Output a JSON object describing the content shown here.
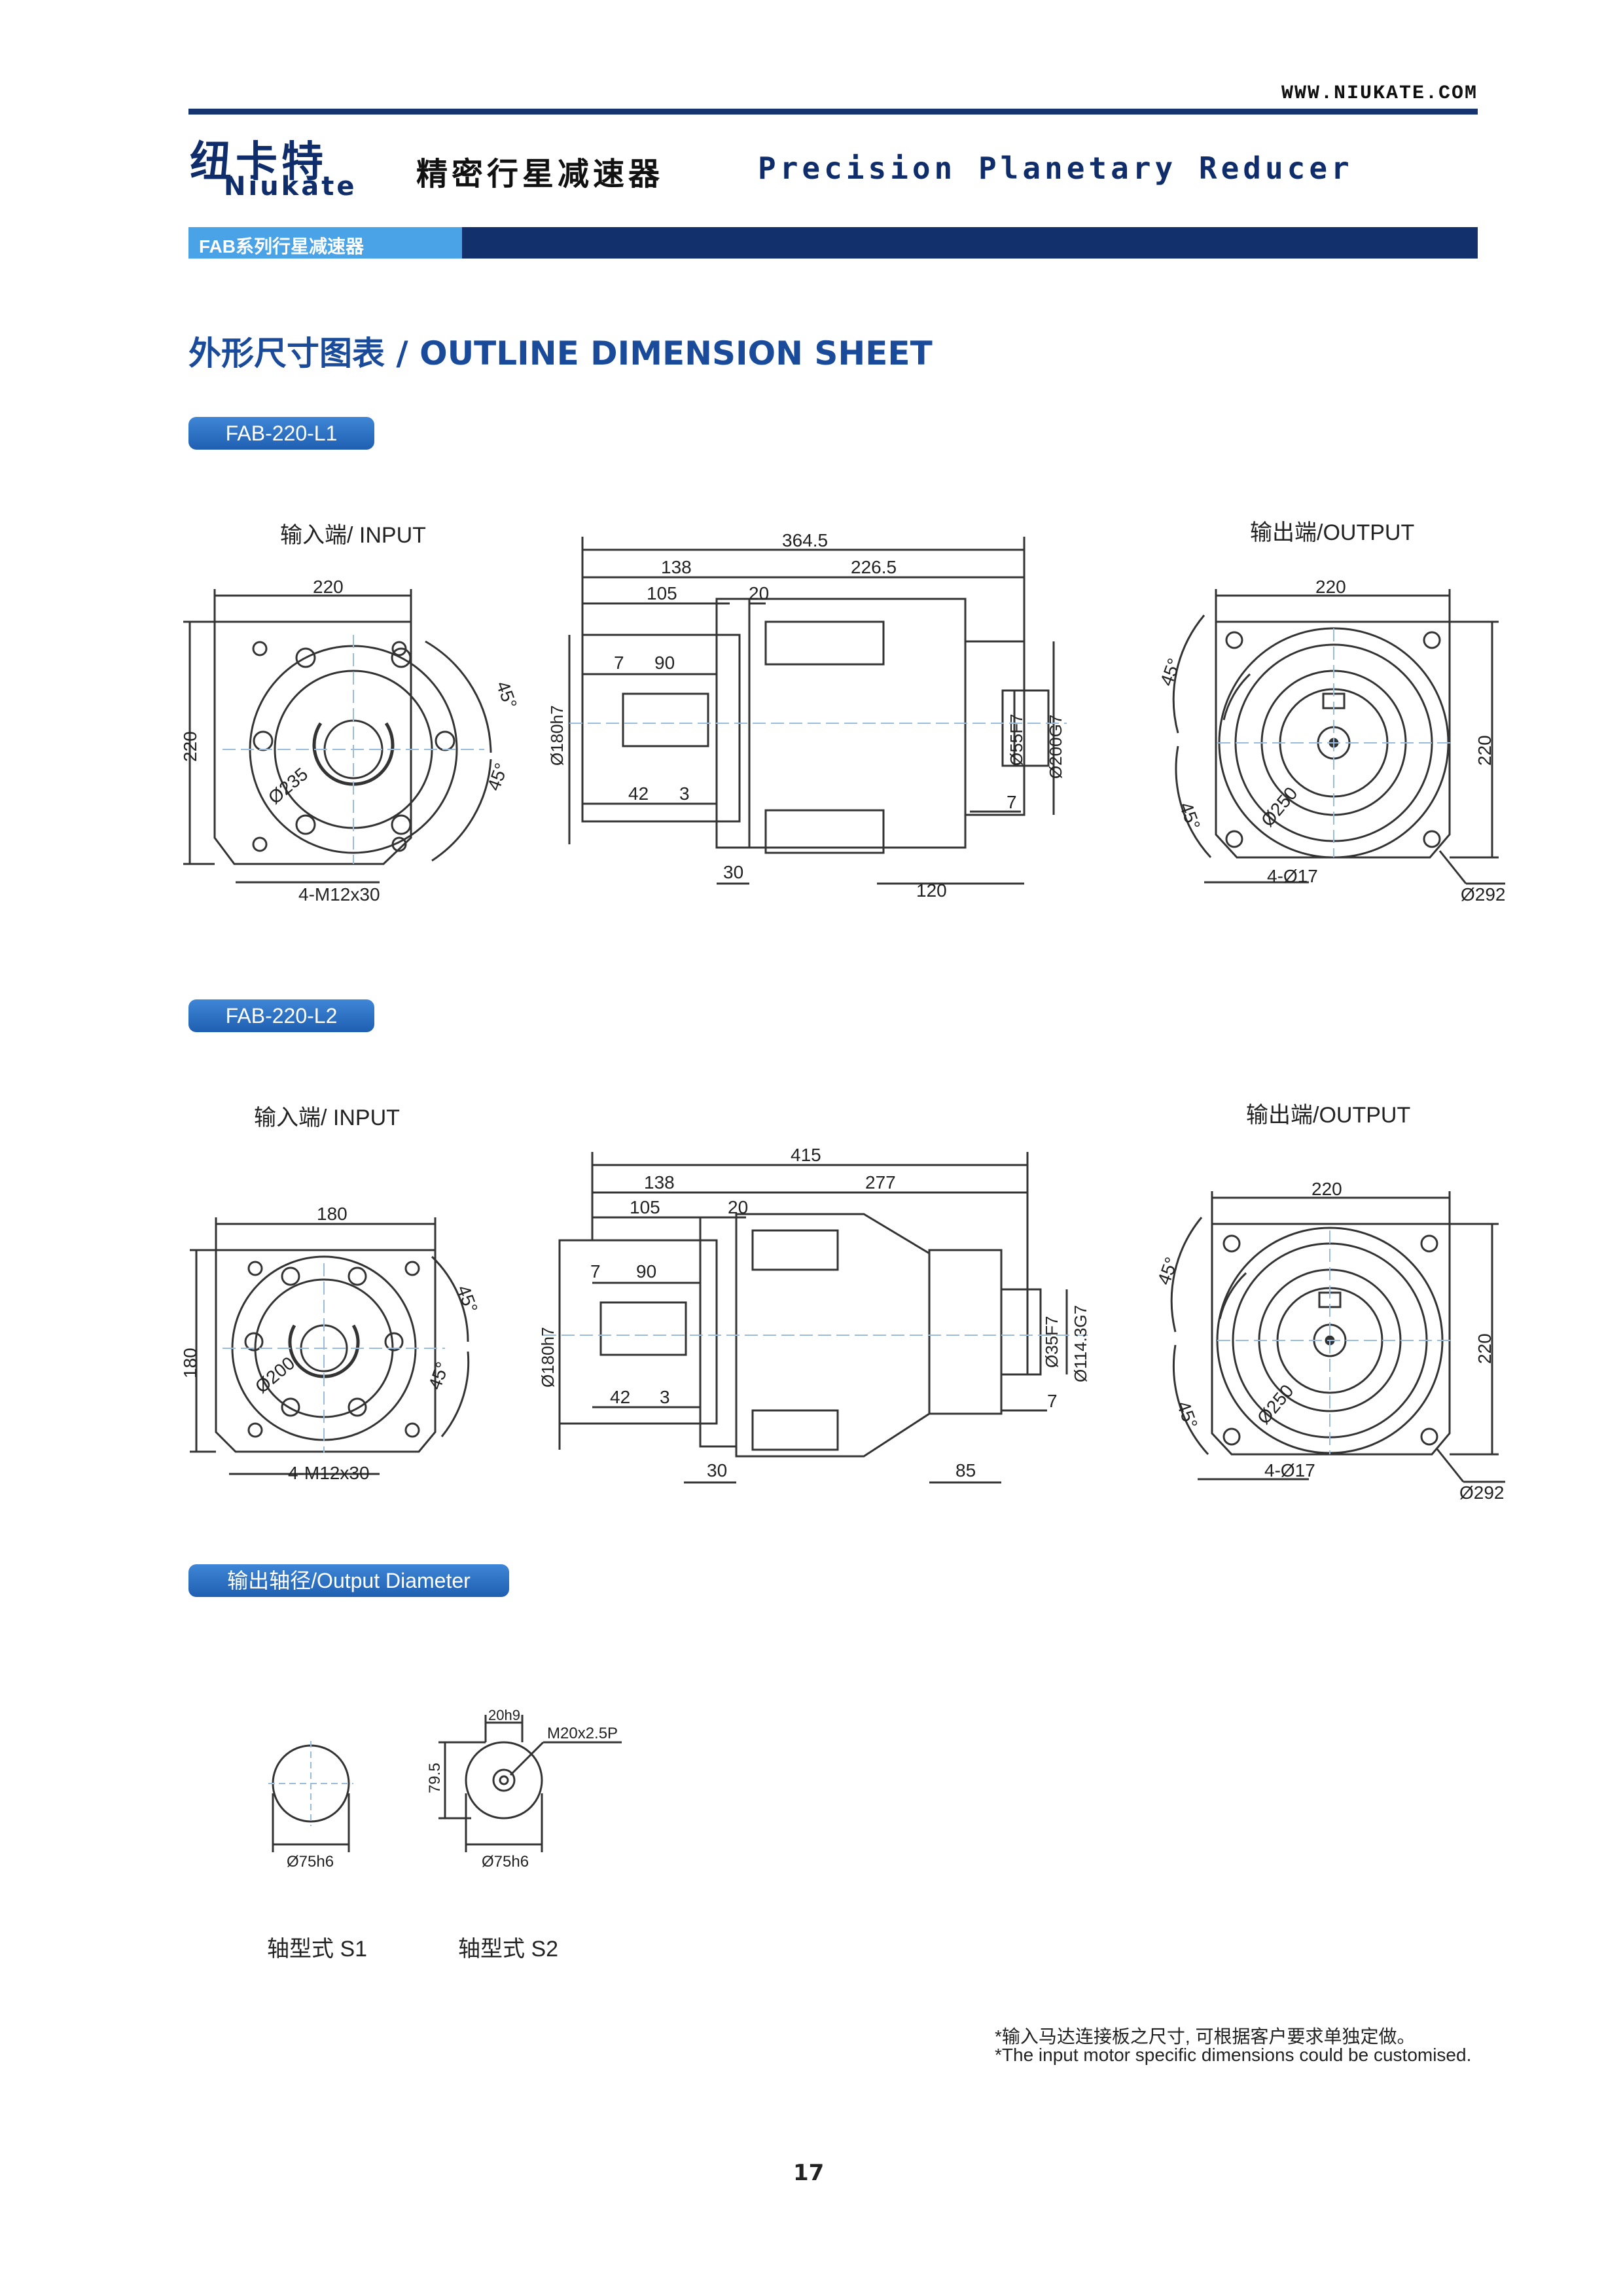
{
  "header": {
    "website": "WWW.NIUKATE.COM",
    "logo_cn": "纽卡特",
    "logo_en": "Niukate",
    "title_cn": "精密行星减速器",
    "title_en": "Precision Planetary Reducer",
    "series_bar": "FAB系列行星减速器"
  },
  "section_title": "外形尺寸图表 / OUTLINE DIMENSION SHEET",
  "models": [
    {
      "name": "FAB-220-L1",
      "input_label": "输入端/ INPUT",
      "output_label": "输出端/OUTPUT",
      "input_view": {
        "width": "220",
        "height": "220",
        "pcd": "Ø235",
        "angle": "45°",
        "angle2": "45°",
        "holes": "4-M12x30"
      },
      "side_view": {
        "total": "364.5",
        "in_len": "138",
        "out_len": "226.5",
        "d105": "105",
        "d20": "20",
        "d7a": "7",
        "d90": "90",
        "d42": "42",
        "d3": "3",
        "d30": "30",
        "d120": "120",
        "d7b": "7",
        "dia_in": "Ø180h7",
        "dia_shaft": "Ø55F7",
        "dia_pilot": "Ø200G7"
      },
      "output_view": {
        "width": "220",
        "height": "220",
        "pcd": "Ø250",
        "angle": "45°",
        "angle2": "45°",
        "holes": "4-Ø17",
        "outer": "Ø292"
      }
    },
    {
      "name": "FAB-220-L2",
      "input_label": "输入端/ INPUT",
      "output_label": "输出端/OUTPUT",
      "input_view": {
        "width": "180",
        "height": "180",
        "pcd": "Ø200",
        "angle": "45°",
        "angle2": "45°",
        "holes": "4-M12x30"
      },
      "side_view": {
        "total": "415",
        "in_len": "138",
        "out_len": "277",
        "d105": "105",
        "d20": "20",
        "d7a": "7",
        "d90": "90",
        "d42": "42",
        "d3": "3",
        "d30": "30",
        "d120": "85",
        "d7b": "7",
        "dia_in": "Ø180h7",
        "dia_shaft": "Ø35F7",
        "dia_pilot": "Ø114.3G7"
      },
      "output_view": {
        "width": "220",
        "height": "220",
        "pcd": "Ø250",
        "angle": "45°",
        "angle2": "45°",
        "holes": "4-Ø17",
        "outer": "Ø292"
      }
    }
  ],
  "output_diameter": {
    "title": "输出轴径/Output Diameter",
    "s1": {
      "dia": "Ø75h6",
      "caption": "轴型式  S1"
    },
    "s2": {
      "dia": "Ø75h6",
      "width": "20h9",
      "depth": "79.5",
      "thread": "M20x2.5P",
      "caption": "轴型式  S2"
    }
  },
  "notes": {
    "cn": "*输入马达连接板之尺寸, 可根据客户要求单独定做。",
    "en": "*The input motor specific dimensions could be customised."
  },
  "page_number": "17"
}
